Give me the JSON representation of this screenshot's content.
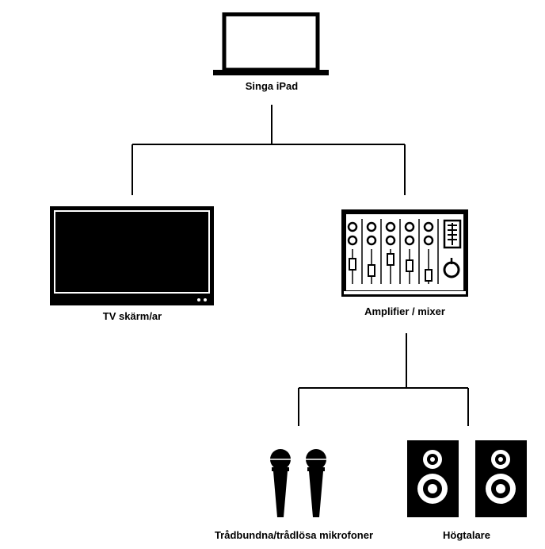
{
  "nodes": {
    "source": {
      "label": "Singa iPad",
      "icon": "laptop-icon"
    },
    "display": {
      "label": "TV skärm/ar",
      "icon": "tv-icon"
    },
    "amplifier": {
      "label": "Amplifier / mixer",
      "icon": "mixer-icon"
    },
    "microphones": {
      "label": "Trådbundna/trådlösa mikrofoner",
      "icon": "microphone-icon"
    },
    "speakers": {
      "label": "Högtalare",
      "icon": "speaker-icon"
    }
  },
  "edges": [
    {
      "from": "source",
      "to": "display"
    },
    {
      "from": "source",
      "to": "amplifier"
    },
    {
      "from": "amplifier",
      "to": "microphones"
    },
    {
      "from": "amplifier",
      "to": "speakers"
    }
  ],
  "colors": {
    "stroke": "#000000",
    "background": "#ffffff"
  }
}
